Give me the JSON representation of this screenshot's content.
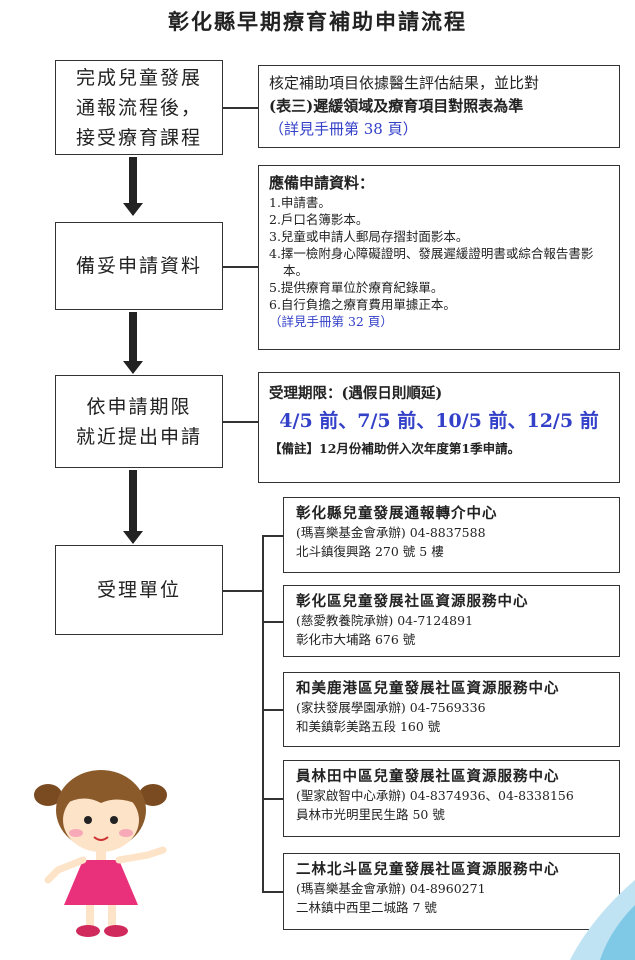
{
  "title": "彰化縣早期療育補助申請流程",
  "steps": [
    {
      "lines": [
        "完成兒童發展",
        "通報流程後，",
        "接受療育課程"
      ]
    },
    {
      "lines": [
        "備妥申請資料"
      ]
    },
    {
      "lines": [
        "依申請期限",
        "就近提出申請"
      ]
    },
    {
      "lines": [
        "受理單位"
      ]
    }
  ],
  "subsidy_note": {
    "line1": "核定補助項目依據醫生評估結果，並比對",
    "line2": "(表三)遲緩領域及療育項目對照表為準",
    "ref": "（詳見手冊第 38 頁）"
  },
  "documents": {
    "heading": "應備申請資料：",
    "items": [
      "1.申請書。",
      "2.戶口名簿影本。",
      "3.兒童或申請人郵局存摺封面影本。",
      "4.擇一檢附身心障礙證明、發展遲緩證明書或綜合報告書影本。",
      "5.提供療育單位於療育紀錄單。",
      "6.自行負擔之療育費用單據正本。"
    ],
    "ref": "（詳見手冊第 32 頁）"
  },
  "deadline": {
    "heading": "受理期限：(遇假日則順延)",
    "dates": "4/5 前、7/5 前、10/5 前、12/5 前",
    "note": "【備註】12月份補助併入次年度第1季申請。"
  },
  "organizations": [
    {
      "name": "彰化縣兒童發展通報轉介中心",
      "contact": "(瑪喜樂基金會承辦) 04-8837588",
      "address": "北斗鎮復興路 270 號 5 樓"
    },
    {
      "name": "彰化區兒童發展社區資源服務中心",
      "contact": "(慈愛教養院承辦) 04-7124891",
      "address": "彰化市大埔路 676 號"
    },
    {
      "name": "和美鹿港區兒童發展社區資源服務中心",
      "contact": "(家扶發展學園承辦) 04-7569336",
      "address": "和美鎮彰美路五段 160 號"
    },
    {
      "name": "員林田中區兒童發展社區資源服務中心",
      "contact": "(聖家啟智中心承辦) 04-8374936、04-8338156",
      "address": "員林市光明里民生路 50 號"
    },
    {
      "name": "二林北斗區兒童發展社區資源服務中心",
      "contact": "(瑪喜樂基金會承辦) 04-8960271",
      "address": "二林鎮中西里二城路 7 號"
    }
  ]
}
